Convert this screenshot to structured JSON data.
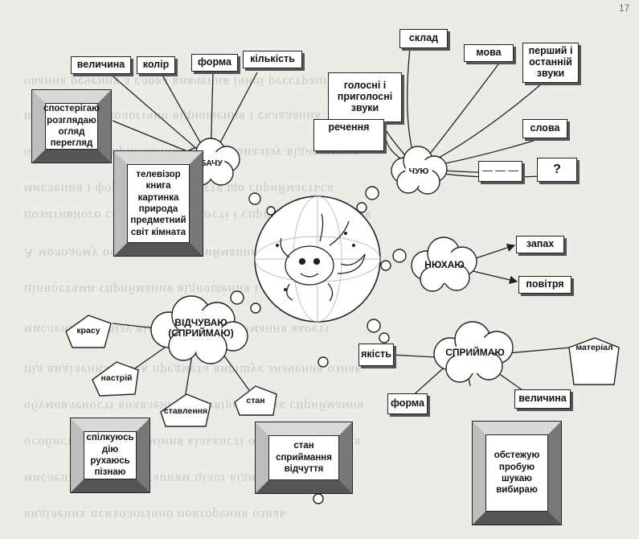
{
  "top_right_mark": "17",
  "sense_boxes": {
    "velychyna": "величина",
    "kolir": "колір",
    "forma": "форма",
    "kilkist": "кількість",
    "sklad": "склад",
    "mova": "мова",
    "pershyi": "перший і останній звуки",
    "holosni": "голосні і приголосні звуки",
    "rechennia": "речення",
    "slova": "слова",
    "zapakh": "запах",
    "povitria": "повітря",
    "yakist": "якість",
    "forma2": "форма",
    "velychyna2": "величина",
    "material": "матеріал",
    "dots_blank": "— — —",
    "question_blank": "?"
  },
  "clouds": {
    "bachu": "БАЧУ",
    "chuiu": "ЧУЮ",
    "niukhaiu": "НЮХАЮ",
    "vidchuvaiu": "ВІДЧУВАЮ (СПРИЙМАЮ)",
    "spryimaiu": "СПРИЙМАЮ"
  },
  "pentagons": {
    "krasu": "красу",
    "nastrii": "настрій",
    "stavlennia": "ставлення",
    "stan": "стан"
  },
  "framed_boxes": {
    "sposterihaiu": "спостерігаю розглядаю огляд перегляд",
    "televizor": "телевізор книга картинка природа предметний світ кімната",
    "spilkuius": "спілкуюсь дію рухаюсь пізнаю",
    "stan_spryimannia": "стан сприймання відчуття",
    "obstezhuiu": "обстежую пробую шукаю вибираю"
  }
}
